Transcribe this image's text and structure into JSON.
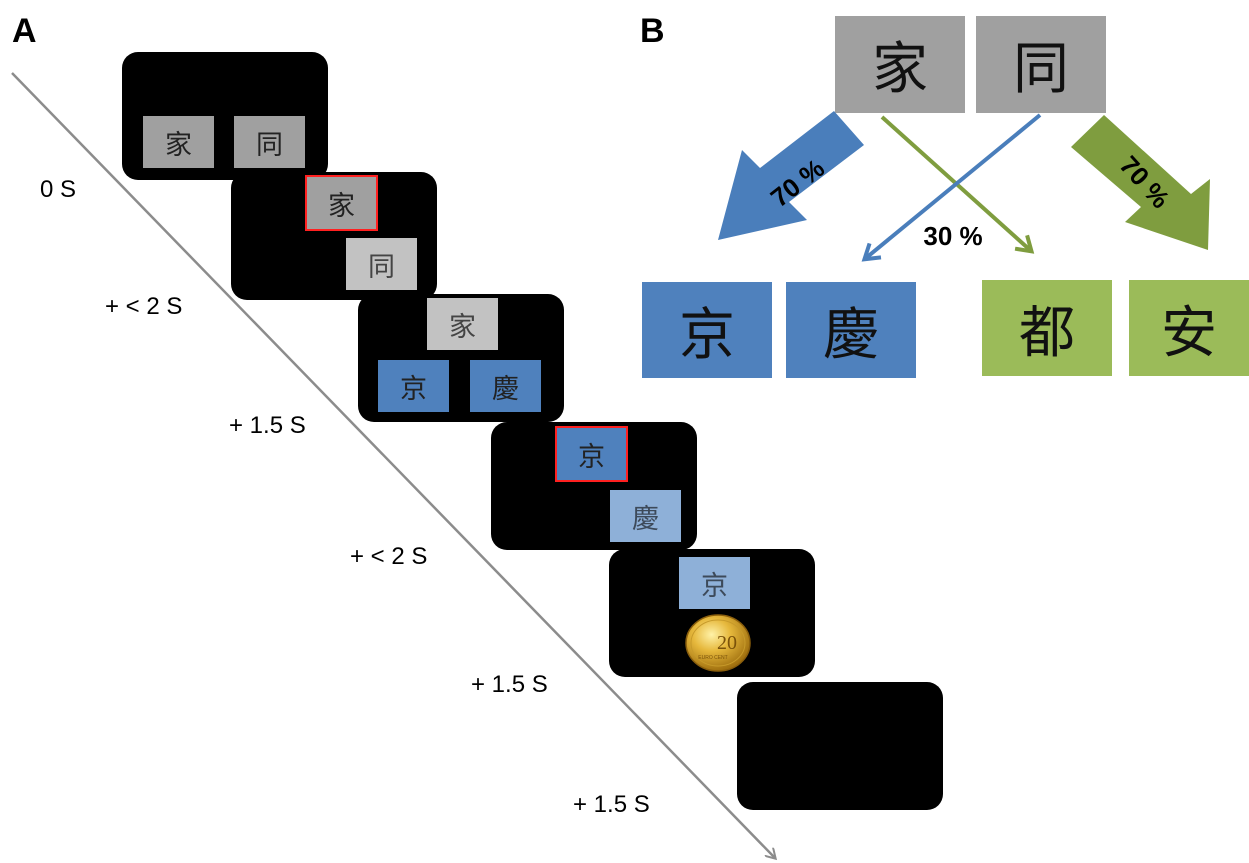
{
  "panel_a": {
    "letter": "A",
    "time_labels": [
      "0 S",
      "+ < 2 S",
      "+ 1.5 S",
      "+ < 2 S",
      "+ 1.5 S",
      "+ 1.5 S"
    ],
    "screen1": {
      "left": "家",
      "right": "同"
    },
    "screen2": {
      "top": "家",
      "bottom": "同"
    },
    "screen3": {
      "top": "家",
      "left": "京",
      "right": "慶"
    },
    "screen4": {
      "top": "京",
      "bottom": "慶"
    },
    "screen5": {
      "top": "京",
      "coin": "20 euro cent coin",
      "coin_text": "20",
      "coin_small": "EURO CENT"
    }
  },
  "panel_b": {
    "letter": "B",
    "first_stage": [
      "家",
      "同"
    ],
    "second_stage_blue": [
      "京",
      "慶"
    ],
    "second_stage_green": [
      "都",
      "安"
    ],
    "prob_left": "70 %",
    "prob_right": "70 %",
    "prob_cross": "30 %"
  },
  "colors": {
    "gray": "#a0a0a0",
    "blue": "#4f81bd",
    "green": "#9bbb59",
    "arrow_blue": "#4a7ebb",
    "arrow_green": "#7f9d3f",
    "time_axis": "#8c8c8c",
    "selection_frame": "#ff2020"
  }
}
